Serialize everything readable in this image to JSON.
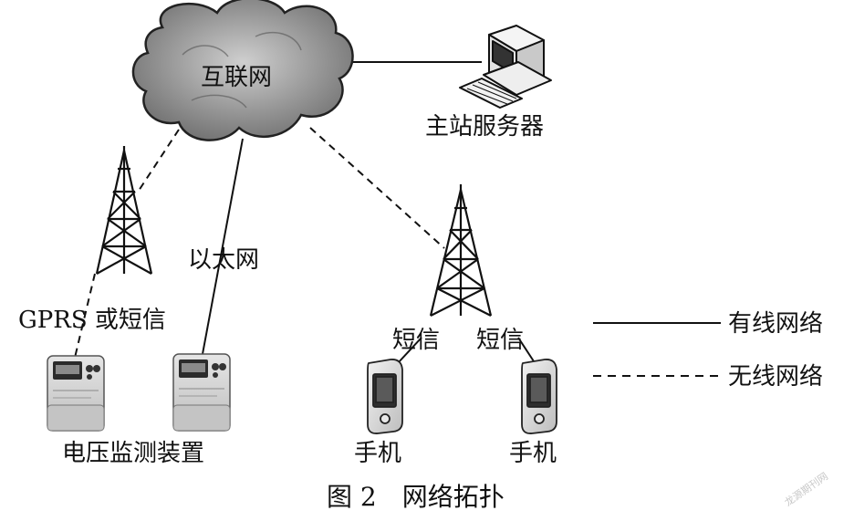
{
  "nodes": {
    "internet": "互联网",
    "server": "主站服务器",
    "monitor": "电压监测装置",
    "phone_left": "手机",
    "phone_right": "手机"
  },
  "links": {
    "gprs": "GPRS 或短信",
    "ethernet": "以太网",
    "sms_left": "短信",
    "sms_right": "短信"
  },
  "legend": {
    "wired": "有线网络",
    "wireless": "无线网络"
  },
  "caption": "图 2　网络拓扑",
  "watermark": "龙源期刊网"
}
